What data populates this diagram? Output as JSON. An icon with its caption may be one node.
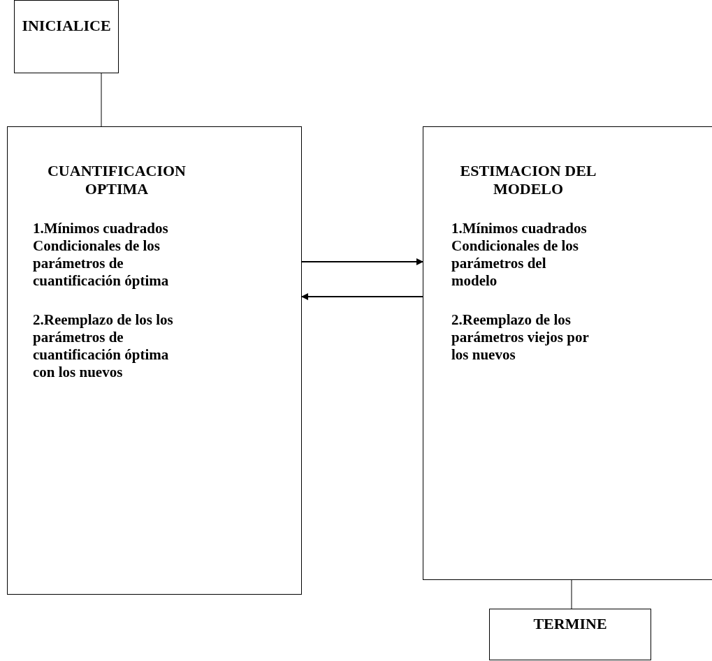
{
  "diagram": {
    "nodes": [
      {
        "text": [
          "INICIALICE"
        ]
      },
      {
        "text": [
          "CUANTIFICACION OPTIMA",
          "1.Mínimos cuadrados Condicionales de los parámetros de cuantificación óptima",
          "2.Reemplazo de los los parámetros de cuantificación óptima con los nuevos"
        ]
      },
      {
        "text": [
          "ESTIMACION DEL MODELO",
          "1.Mínimos cuadrados Condicionales de los parámetros del modelo",
          "2.Reemplazo de los parámetros viejos por los nuevos"
        ]
      },
      {
        "text": [
          "TERMINE"
        ]
      }
    ],
    "edges": [
      {
        "from": 0,
        "to": 1,
        "arrow": "none"
      },
      {
        "from": 1,
        "to": 2,
        "arrow": "to"
      },
      {
        "from": 2,
        "to": 1,
        "arrow": "to"
      },
      {
        "from": 2,
        "to": 3,
        "arrow": "none"
      }
    ]
  }
}
